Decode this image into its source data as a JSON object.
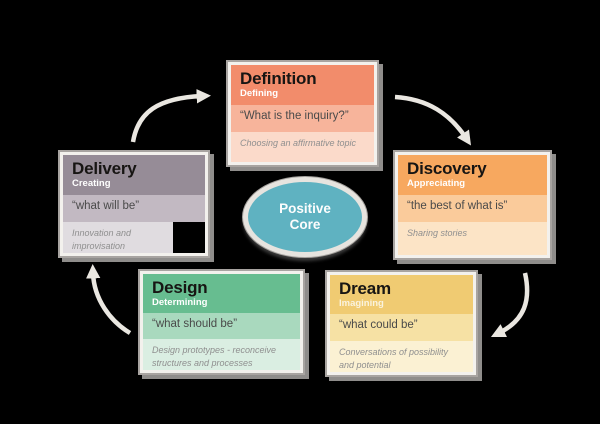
{
  "center": {
    "label": "Positive Core",
    "fill": "#5FB2C1",
    "ring_color": "#E7E4DF",
    "text_color": "#FDFDFD"
  },
  "arrow_color": "#EAE7E1",
  "cards": [
    {
      "id": "definition",
      "title": "Definition",
      "subtitle": "Defining",
      "quote": "“What is the inquiry?”",
      "description": "Choosing an affirmative topic",
      "colors": {
        "header": "#F28C6B",
        "quote": "#F7B49B",
        "desc": "#FBDACA",
        "subtitle": "#FFFFFF"
      }
    },
    {
      "id": "discovery",
      "title": "Discovery",
      "subtitle": "Appreciating",
      "quote": "“the best of what is”",
      "description": "Sharing stories",
      "colors": {
        "header": "#F7A85F",
        "quote": "#FACB9B",
        "desc": "#FCE4C6",
        "subtitle": "#FFFFFF"
      }
    },
    {
      "id": "dream",
      "title": "Dream",
      "subtitle": "Imagining",
      "quote": "“what could be”",
      "description": "Conversations of possibility and potential",
      "colors": {
        "header": "#F0CB72",
        "quote": "#F6E1A4",
        "desc": "#FBF1D3",
        "subtitle": "#FAF3DE"
      }
    },
    {
      "id": "design",
      "title": "Design",
      "subtitle": "Determining",
      "quote": "“what should be”",
      "description": "Design prototypes - reconceive structures and processes",
      "colors": {
        "header": "#67BD90",
        "quote": "#A9D9BE",
        "desc": "#DAEEE2",
        "subtitle": "#FFFFFF"
      }
    },
    {
      "id": "delivery",
      "title": "Delivery",
      "subtitle": "Creating",
      "quote": "“what will be”",
      "description": "Innovation and improvisation",
      "colors": {
        "header": "#968C97",
        "quote": "#C2B9C2",
        "desc": "#E0DCE0",
        "subtitle": "#FFFFFF"
      }
    }
  ],
  "arrows": [
    {
      "from": "delivery",
      "to": "definition"
    },
    {
      "from": "definition",
      "to": "discovery"
    },
    {
      "from": "discovery",
      "to": "dream"
    },
    {
      "from": "design",
      "to": "delivery"
    }
  ]
}
